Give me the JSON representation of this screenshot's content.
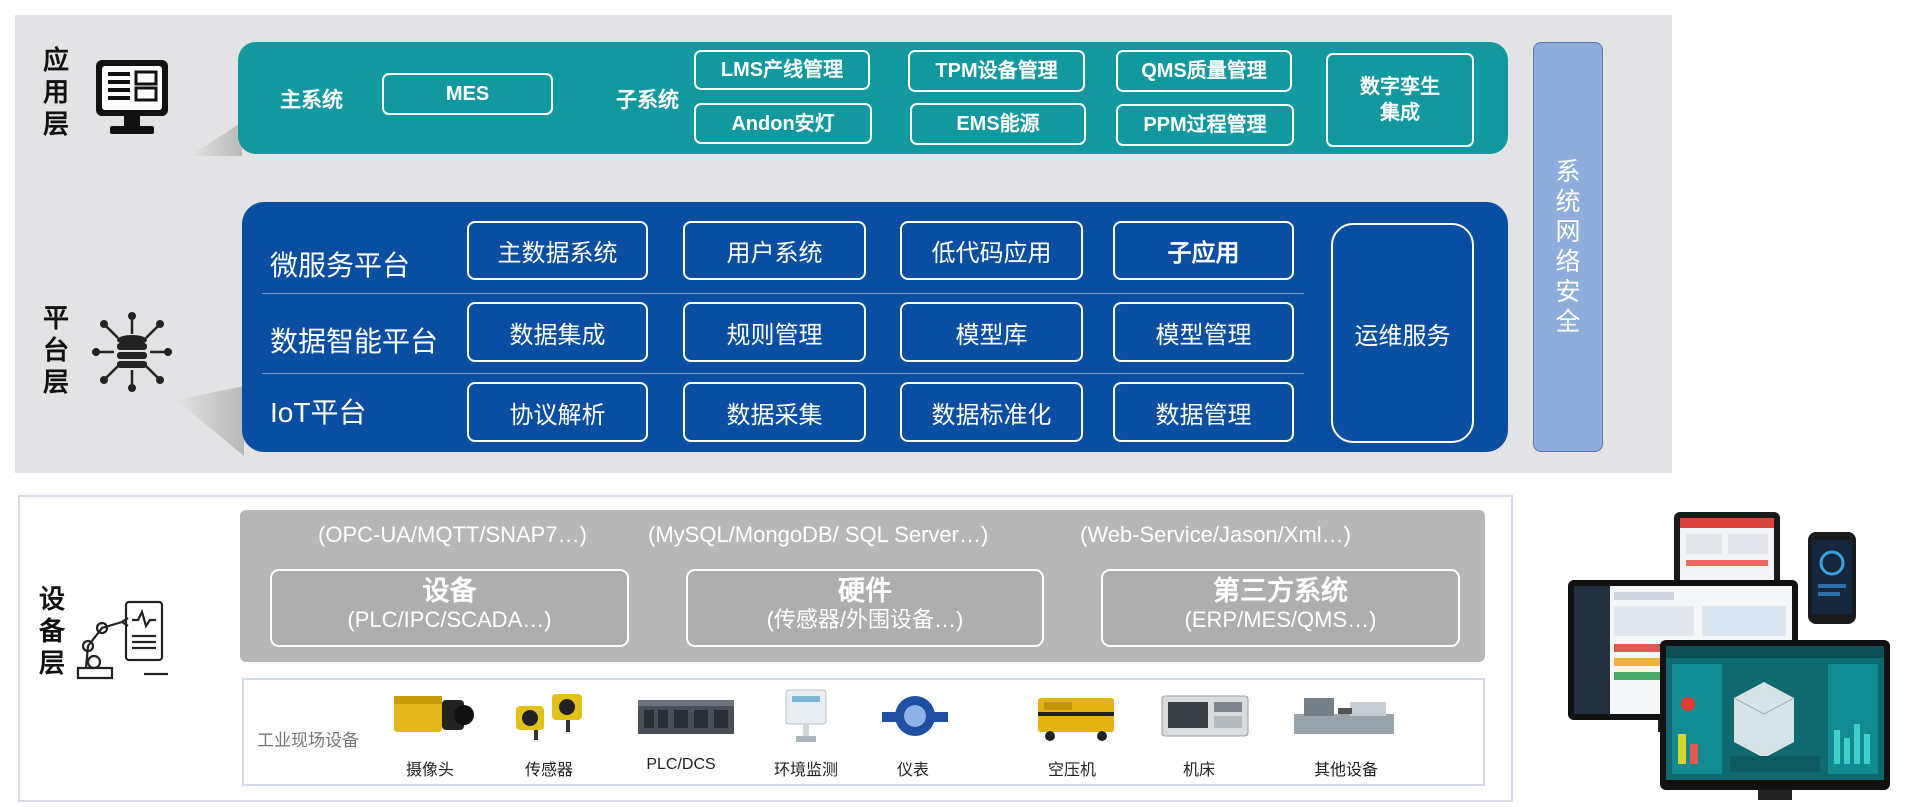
{
  "layers": {
    "app": "应用层",
    "platform": "平台层",
    "device": "设备层"
  },
  "app": {
    "main_label": "主系统",
    "mes": "MES",
    "sub_label": "子系统",
    "subsystems": [
      "LMS产线管理",
      "Andon安灯",
      "TPM设备管理",
      "EMS能源",
      "QMS质量管理",
      "PPM过程管理"
    ],
    "digital_twin": "数字孪生集成"
  },
  "platform": {
    "rows": [
      {
        "title": "微服务平台",
        "items": [
          "主数据系统",
          "用户系统",
          "低代码应用",
          "子应用"
        ]
      },
      {
        "title": "数据智能平台",
        "items": [
          "数据集成",
          "规则管理",
          "模型库",
          "模型管理"
        ]
      },
      {
        "title": "IoT平台",
        "items": [
          "协议解析",
          "数据采集",
          "数据标准化",
          "数据管理"
        ]
      }
    ],
    "ops": "运维服务"
  },
  "security": [
    "系",
    "统",
    "网",
    "络",
    "安",
    "全"
  ],
  "device": {
    "protocols": [
      "(OPC-UA/MQTT/SNAP7…)",
      "(MySQL/MongoDB/ SQL Server…)",
      "(Web-Service/Jason/Xml…)"
    ],
    "boxes": [
      {
        "title": "设备",
        "sub": "(PLC/IPC/SCADA…)"
      },
      {
        "title": "硬件",
        "sub": "(传感器/外围设备…)"
      },
      {
        "title": "第三方系统",
        "sub": "(ERP/MES/QMS…)"
      }
    ],
    "field_title": "工业现场设备",
    "field_items": [
      "摄像头",
      "传感器",
      "PLC/DCS",
      "环境监测",
      "仪表",
      "空压机",
      "机床",
      "其他设备"
    ]
  },
  "colors": {
    "app_teal": "#12999f",
    "platform_blue": "#0a4ea2",
    "security_blue": "#8eacdc",
    "panel_grey": "#e3e2e4"
  }
}
